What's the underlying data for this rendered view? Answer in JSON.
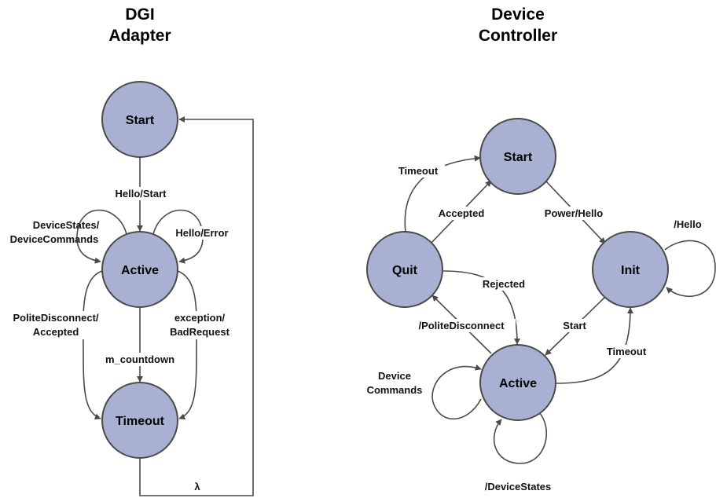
{
  "left": {
    "title_line1": "DGI",
    "title_line2": "Adapter",
    "states": {
      "start": "Start",
      "active": "Active",
      "timeout": "Timeout"
    },
    "edges": {
      "hello_start": "Hello/Start",
      "devicestates_line1": "DeviceStates/",
      "devicestates_line2": "DeviceCommands",
      "hello_error": "Hello/Error",
      "polite_line1": "PoliteDisconnect/",
      "polite_line2": "Accepted",
      "exception_line1": "exception/",
      "exception_line2": "BadRequest",
      "m_countdown": "m_countdown",
      "lambda": "λ"
    }
  },
  "right": {
    "title_line1": "Device",
    "title_line2": "Controller",
    "states": {
      "start": "Start",
      "quit": "Quit",
      "init": "Init",
      "active": "Active"
    },
    "edges": {
      "timeout_quit": "Timeout",
      "accepted": "Accepted",
      "power_hello": "Power/Hello",
      "hello_self": "/Hello",
      "rejected": "Rejected",
      "polite_disconnect": "/PoliteDisconnect",
      "start": "Start",
      "timeout_active": "Timeout",
      "device_line1": "Device",
      "device_line2": "Commands",
      "device_states": "/DeviceStates"
    }
  }
}
